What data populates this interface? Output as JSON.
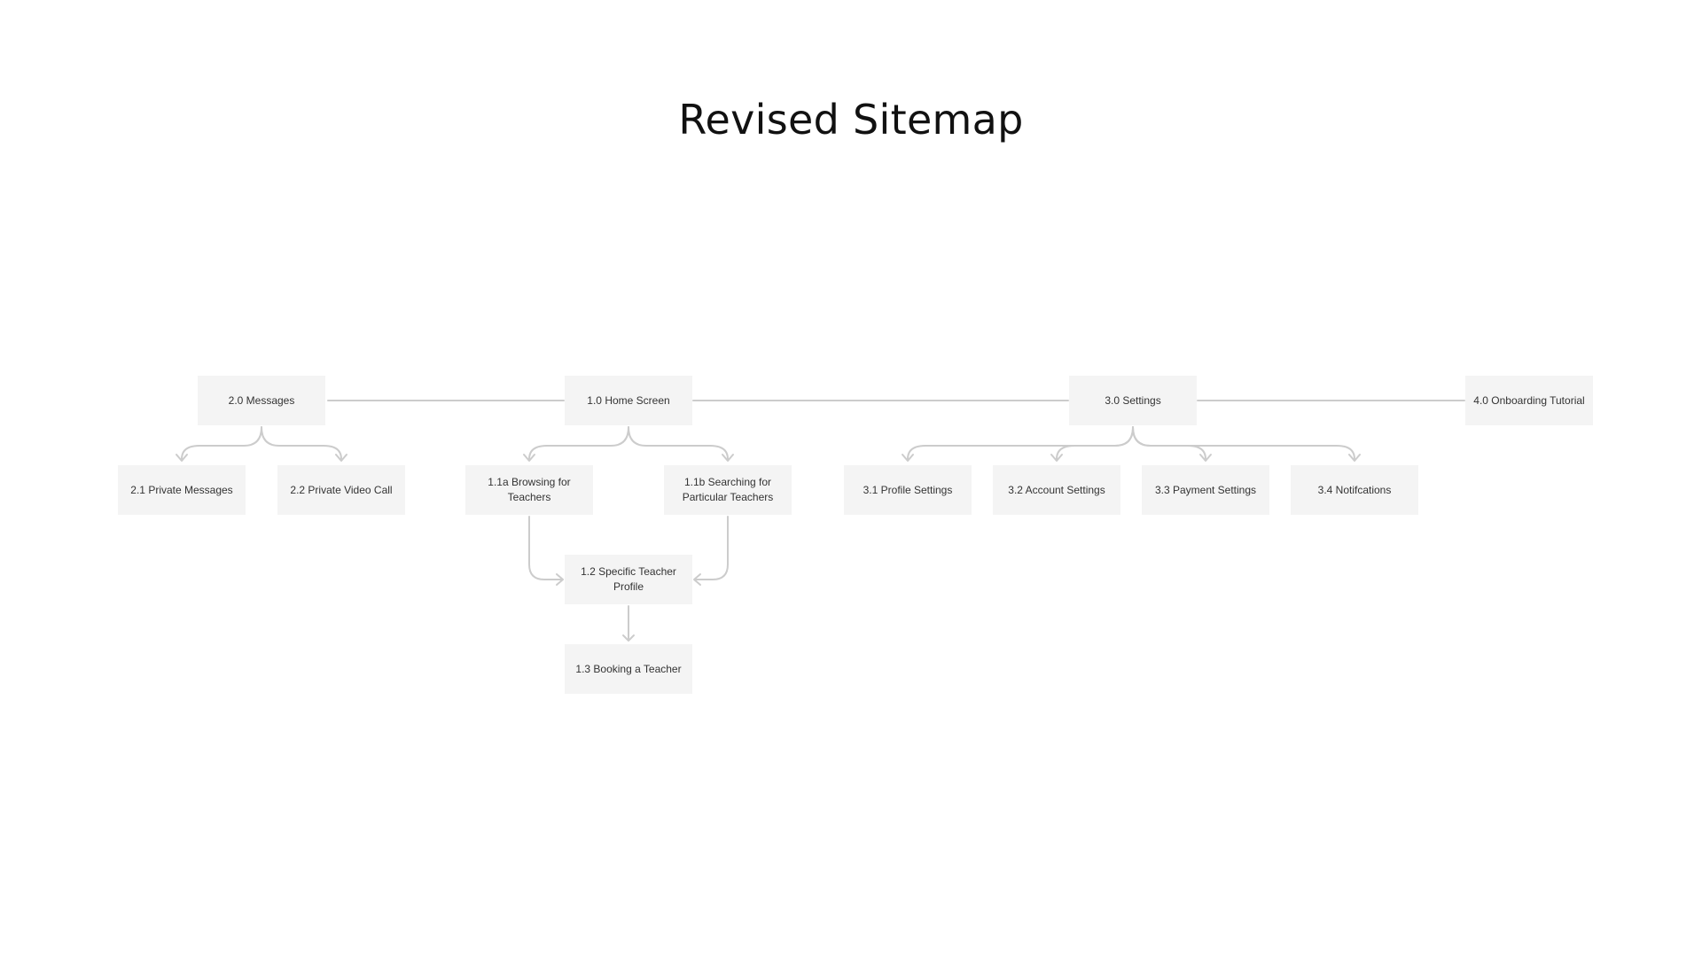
{
  "title": "Revised Sitemap",
  "nodes": {
    "messages": "2.0 Messages",
    "home": "1.0 Home Screen",
    "settings": "3.0 Settings",
    "onboarding": "4.0 Onboarding Tutorial",
    "private_messages": "2.1 Private Messages",
    "private_video_call": "2.2 Private Video Call",
    "browsing": "1.1a Browsing for Teachers",
    "searching": "1.1b Searching for Particular Teachers",
    "profile_settings": "3.1 Profile Settings",
    "account_settings": "3.2 Account Settings",
    "payment_settings": "3.3 Payment Settings",
    "notifications": "3.4 Notifcations",
    "teacher_profile": "1.2 Specific Teacher Profile",
    "booking": "1.3 Booking a Teacher"
  },
  "colors": {
    "node_fill": "#f4f4f4",
    "connector": "#cccccc",
    "node_text": "#333333",
    "title_text": "#111111"
  }
}
